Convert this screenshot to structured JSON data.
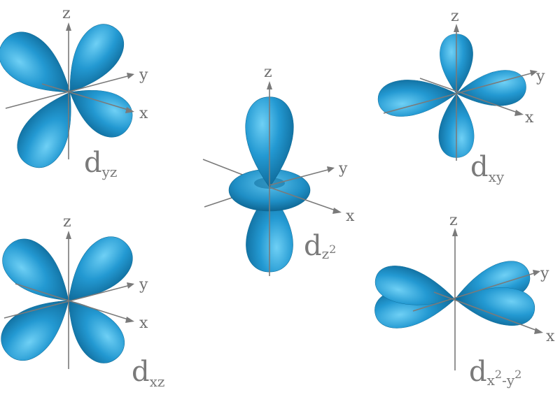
{
  "colors": {
    "lobe_light": "#5fc4ee",
    "lobe_mid": "#1f95cf",
    "lobe_dark": "#0a5f8c",
    "axis": "#7a7a7a",
    "label": "#7a7a7a"
  },
  "axis_labels": {
    "x": "x",
    "y": "y",
    "z": "z"
  },
  "orbitals": {
    "dyz": {
      "base": "d",
      "sub": "yz",
      "sup": ""
    },
    "dxz": {
      "base": "d",
      "sub": "xz",
      "sup": ""
    },
    "dz2": {
      "base": "d",
      "sub": "z",
      "sup": "2"
    },
    "dxy": {
      "base": "d",
      "sub": "xy",
      "sup": ""
    },
    "dx2y2": {
      "base": "d",
      "sub_a": "x",
      "sup_a": "2",
      "sub_b": "-y",
      "sup_b": "2"
    }
  }
}
